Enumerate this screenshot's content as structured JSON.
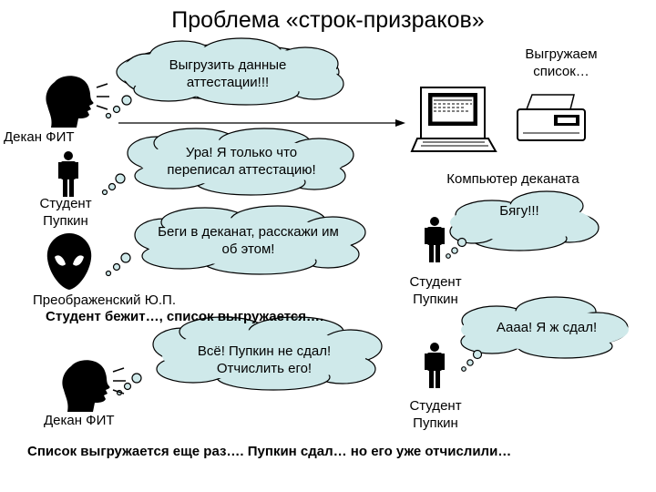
{
  "title": "Проблема «строк-призраков»",
  "bubbles": {
    "upload_data": "Выгрузить данные аттестации!!!",
    "rewrote": "Ура! Я только что переписал аттестацию!",
    "run_to_deanery": "Беги в деканат, расскажи им об этом!",
    "expel": "Всё! Пупкин не сдал! Отчислить его!",
    "running": "Бягу!!!",
    "passed": "Аааа! Я ж сдал!"
  },
  "labels": {
    "uploading_list": "Выгружаем список…",
    "dean_fit_1": "Декан ФИТ",
    "student_pupkin_1": "Студент Пупкин",
    "deanery_computer": "Компьютер деканата",
    "preobrazhensky": "Преображенский Ю.П.",
    "student_runs": "Студент бежит…, список выгружается….",
    "student_pupkin_2": "Студент Пупкин",
    "dean_fit_2": "Декан ФИТ",
    "student_pupkin_3": "Студент Пупкин",
    "conclusion": "Список выгружается еще раз…. Пупкин сдал… но его уже отчислили…"
  },
  "colors": {
    "cloud_fill": "#cfe9ea",
    "cloud_stroke": "#000000"
  },
  "icons": [
    "speaking-head-icon",
    "person-icon",
    "alien-icon",
    "computer-icon",
    "printer-icon"
  ]
}
